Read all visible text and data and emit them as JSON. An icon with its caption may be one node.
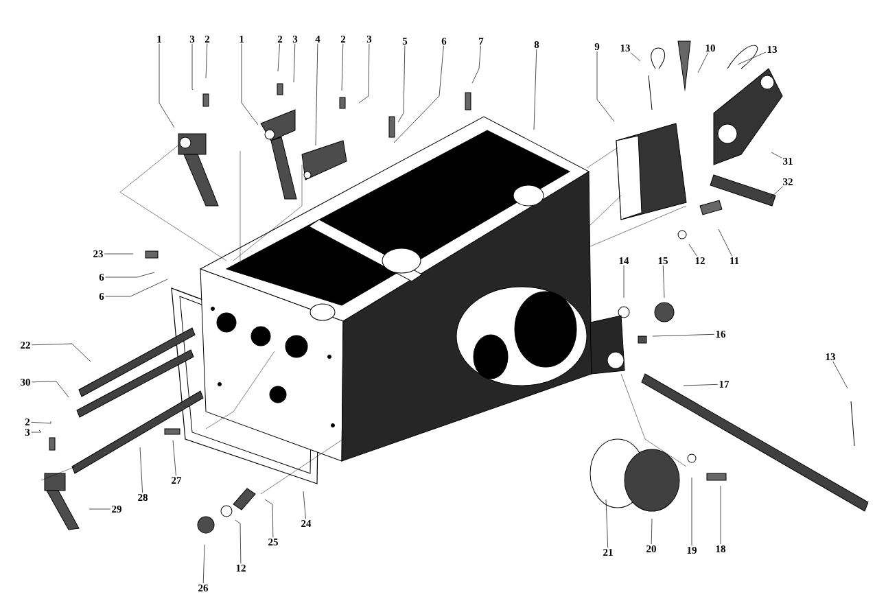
{
  "diagram": {
    "nodes": [
      {
        "text": [
          "1"
        ]
      },
      {
        "text": [
          "3"
        ]
      },
      {
        "text": [
          "2"
        ]
      },
      {
        "text": [
          "1"
        ]
      },
      {
        "text": [
          "2"
        ]
      },
      {
        "text": [
          "3"
        ]
      },
      {
        "text": [
          "4"
        ]
      },
      {
        "text": [
          "2"
        ]
      },
      {
        "text": [
          "3"
        ]
      },
      {
        "text": [
          "5"
        ]
      },
      {
        "text": [
          "6"
        ]
      },
      {
        "text": [
          "7"
        ]
      },
      {
        "text": [
          "8"
        ]
      },
      {
        "text": [
          "9"
        ]
      },
      {
        "text": [
          "13"
        ]
      },
      {
        "text": [
          "10"
        ]
      },
      {
        "text": [
          "13"
        ]
      },
      {
        "text": [
          "31"
        ]
      },
      {
        "text": [
          "32"
        ]
      },
      {
        "text": [
          "23"
        ]
      },
      {
        "text": [
          "12"
        ]
      },
      {
        "text": [
          "11"
        ]
      },
      {
        "text": [
          "14"
        ]
      },
      {
        "text": [
          "15"
        ]
      },
      {
        "text": [
          "6"
        ]
      },
      {
        "text": [
          "6"
        ]
      },
      {
        "text": [
          "16"
        ]
      },
      {
        "text": [
          "22"
        ]
      },
      {
        "text": [
          "13"
        ]
      },
      {
        "text": [
          "30"
        ]
      },
      {
        "text": [
          "17"
        ]
      },
      {
        "text": [
          "2"
        ]
      },
      {
        "text": [
          "3"
        ]
      },
      {
        "text": [
          "28"
        ]
      },
      {
        "text": [
          "27"
        ]
      },
      {
        "text": [
          "29"
        ]
      },
      {
        "text": [
          "24"
        ]
      },
      {
        "text": [
          "25"
        ]
      },
      {
        "text": [
          "21"
        ]
      },
      {
        "text": [
          "20"
        ]
      },
      {
        "text": [
          "19"
        ]
      },
      {
        "text": [
          "18"
        ]
      },
      {
        "text": [
          "12"
        ]
      },
      {
        "text": [
          "26"
        ]
      }
    ],
    "edges": [
      {
        "from": 0,
        "to": null,
        "arrow": "none"
      },
      {
        "from": 1,
        "to": null,
        "arrow": "none"
      },
      {
        "from": 2,
        "to": null,
        "arrow": "none"
      },
      {
        "from": 3,
        "to": null,
        "arrow": "none"
      },
      {
        "from": 4,
        "to": null,
        "arrow": "none"
      },
      {
        "from": 5,
        "to": null,
        "arrow": "none"
      },
      {
        "from": 6,
        "to": null,
        "arrow": "none"
      },
      {
        "from": 7,
        "to": null,
        "arrow": "none"
      },
      {
        "from": 8,
        "to": null,
        "arrow": "none"
      },
      {
        "from": 9,
        "to": null,
        "arrow": "none"
      },
      {
        "from": 10,
        "to": null,
        "arrow": "none"
      },
      {
        "from": 11,
        "to": null,
        "arrow": "none"
      },
      {
        "from": 12,
        "to": null,
        "arrow": "none"
      },
      {
        "from": 13,
        "to": null,
        "arrow": "none"
      },
      {
        "from": 14,
        "to": null,
        "arrow": "none"
      },
      {
        "from": 15,
        "to": null,
        "arrow": "none"
      },
      {
        "from": 16,
        "to": null,
        "arrow": "none"
      },
      {
        "from": 17,
        "to": null,
        "arrow": "none"
      },
      {
        "from": 18,
        "to": null,
        "arrow": "none"
      },
      {
        "from": 19,
        "to": null,
        "arrow": "none"
      },
      {
        "from": 20,
        "to": null,
        "arrow": "none"
      },
      {
        "from": 21,
        "to": null,
        "arrow": "none"
      },
      {
        "from": 22,
        "to": null,
        "arrow": "none"
      },
      {
        "from": 23,
        "to": null,
        "arrow": "none"
      },
      {
        "from": 24,
        "to": null,
        "arrow": "none"
      },
      {
        "from": 25,
        "to": null,
        "arrow": "none"
      },
      {
        "from": 26,
        "to": null,
        "arrow": "none"
      },
      {
        "from": 27,
        "to": null,
        "arrow": "none"
      },
      {
        "from": 28,
        "to": null,
        "arrow": "none"
      },
      {
        "from": 29,
        "to": null,
        "arrow": "none"
      },
      {
        "from": 30,
        "to": null,
        "arrow": "none"
      },
      {
        "from": 31,
        "to": null,
        "arrow": "none"
      },
      {
        "from": 32,
        "to": null,
        "arrow": "none"
      },
      {
        "from": 33,
        "to": null,
        "arrow": "none"
      },
      {
        "from": 34,
        "to": null,
        "arrow": "none"
      },
      {
        "from": 35,
        "to": null,
        "arrow": "none"
      },
      {
        "from": 36,
        "to": null,
        "arrow": "none"
      },
      {
        "from": 37,
        "to": null,
        "arrow": "none"
      },
      {
        "from": 38,
        "to": null,
        "arrow": "none"
      },
      {
        "from": 39,
        "to": null,
        "arrow": "none"
      },
      {
        "from": 40,
        "to": null,
        "arrow": "none"
      },
      {
        "from": 41,
        "to": null,
        "arrow": "none"
      },
      {
        "from": 42,
        "to": null,
        "arrow": "none"
      },
      {
        "from": 43,
        "to": null,
        "arrow": "none"
      }
    ]
  }
}
